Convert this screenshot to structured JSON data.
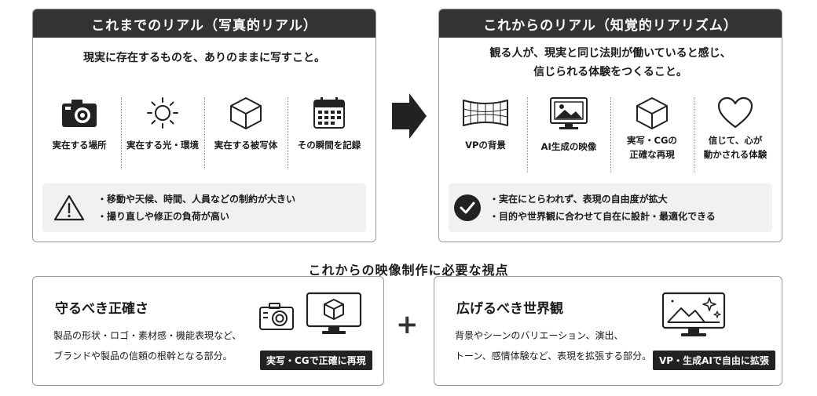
{
  "left_panel": {
    "title": "これまでのリアル（写真的リアル）",
    "lead": "現実に存在するものを、ありのままに写すこと。",
    "items": [
      {
        "label": "実在する場所",
        "icon": "camera-icon"
      },
      {
        "label": "実在する光・環境",
        "icon": "sun-icon"
      },
      {
        "label": "実在する被写体",
        "icon": "cube-icon"
      },
      {
        "label": "その瞬間を記録",
        "icon": "calendar-icon"
      }
    ],
    "notes": [
      "移動や天候、時間、人員などの制約が大きい",
      "撮り直しや修正の負荷が高い"
    ],
    "note_icon": "warning-icon"
  },
  "right_panel": {
    "title": "これからのリアル（知覚的リアリズム）",
    "lead_line1": "観る人が、現実と同じ法則が働いていると感じ、",
    "lead_line2": "信じられる体験をつくること。",
    "items": [
      {
        "line1": "VPの背景",
        "line2": "",
        "icon": "curved-screen-icon"
      },
      {
        "line1": "AI生成の映像",
        "line2": "",
        "icon": "image-monitor-icon"
      },
      {
        "line1": "実写・CGの",
        "line2": "正確な再現",
        "icon": "cube-icon"
      },
      {
        "line1": "信じて、心が",
        "line2": "動かされる体験",
        "icon": "heart-icon"
      }
    ],
    "notes": [
      "実在にとらわれず、表現の自由度が拡大",
      "目的や世界観に合わせて自在に設計・最適化できる"
    ],
    "note_icon": "check-circle-icon"
  },
  "section_title": "これからの映像制作に必要な視点",
  "bottom_left": {
    "title": "守るべき正確さ",
    "desc_line1": "製品の形状・ロゴ・素材感・機能表現など、",
    "desc_line2": "ブランドや製品の信頼の根幹となる部分。",
    "tag": "実写・CGで正確に再現",
    "icons": [
      "camera-icon",
      "cube-monitor-icon"
    ]
  },
  "plus": "+",
  "bottom_right": {
    "title": "広げるべき世界観",
    "desc_line1": "背景やシーンのバリエーション、演出、",
    "desc_line2": "トーン、感情体験など、表現を拡張する部分。",
    "tag": "VP・生成AIで自由に拡張",
    "icons": [
      "sparkle-landscape-monitor-icon"
    ]
  },
  "colors": {
    "header": "#333333",
    "note_bg": "#f1f1f1",
    "tag_bg": "#222222"
  }
}
